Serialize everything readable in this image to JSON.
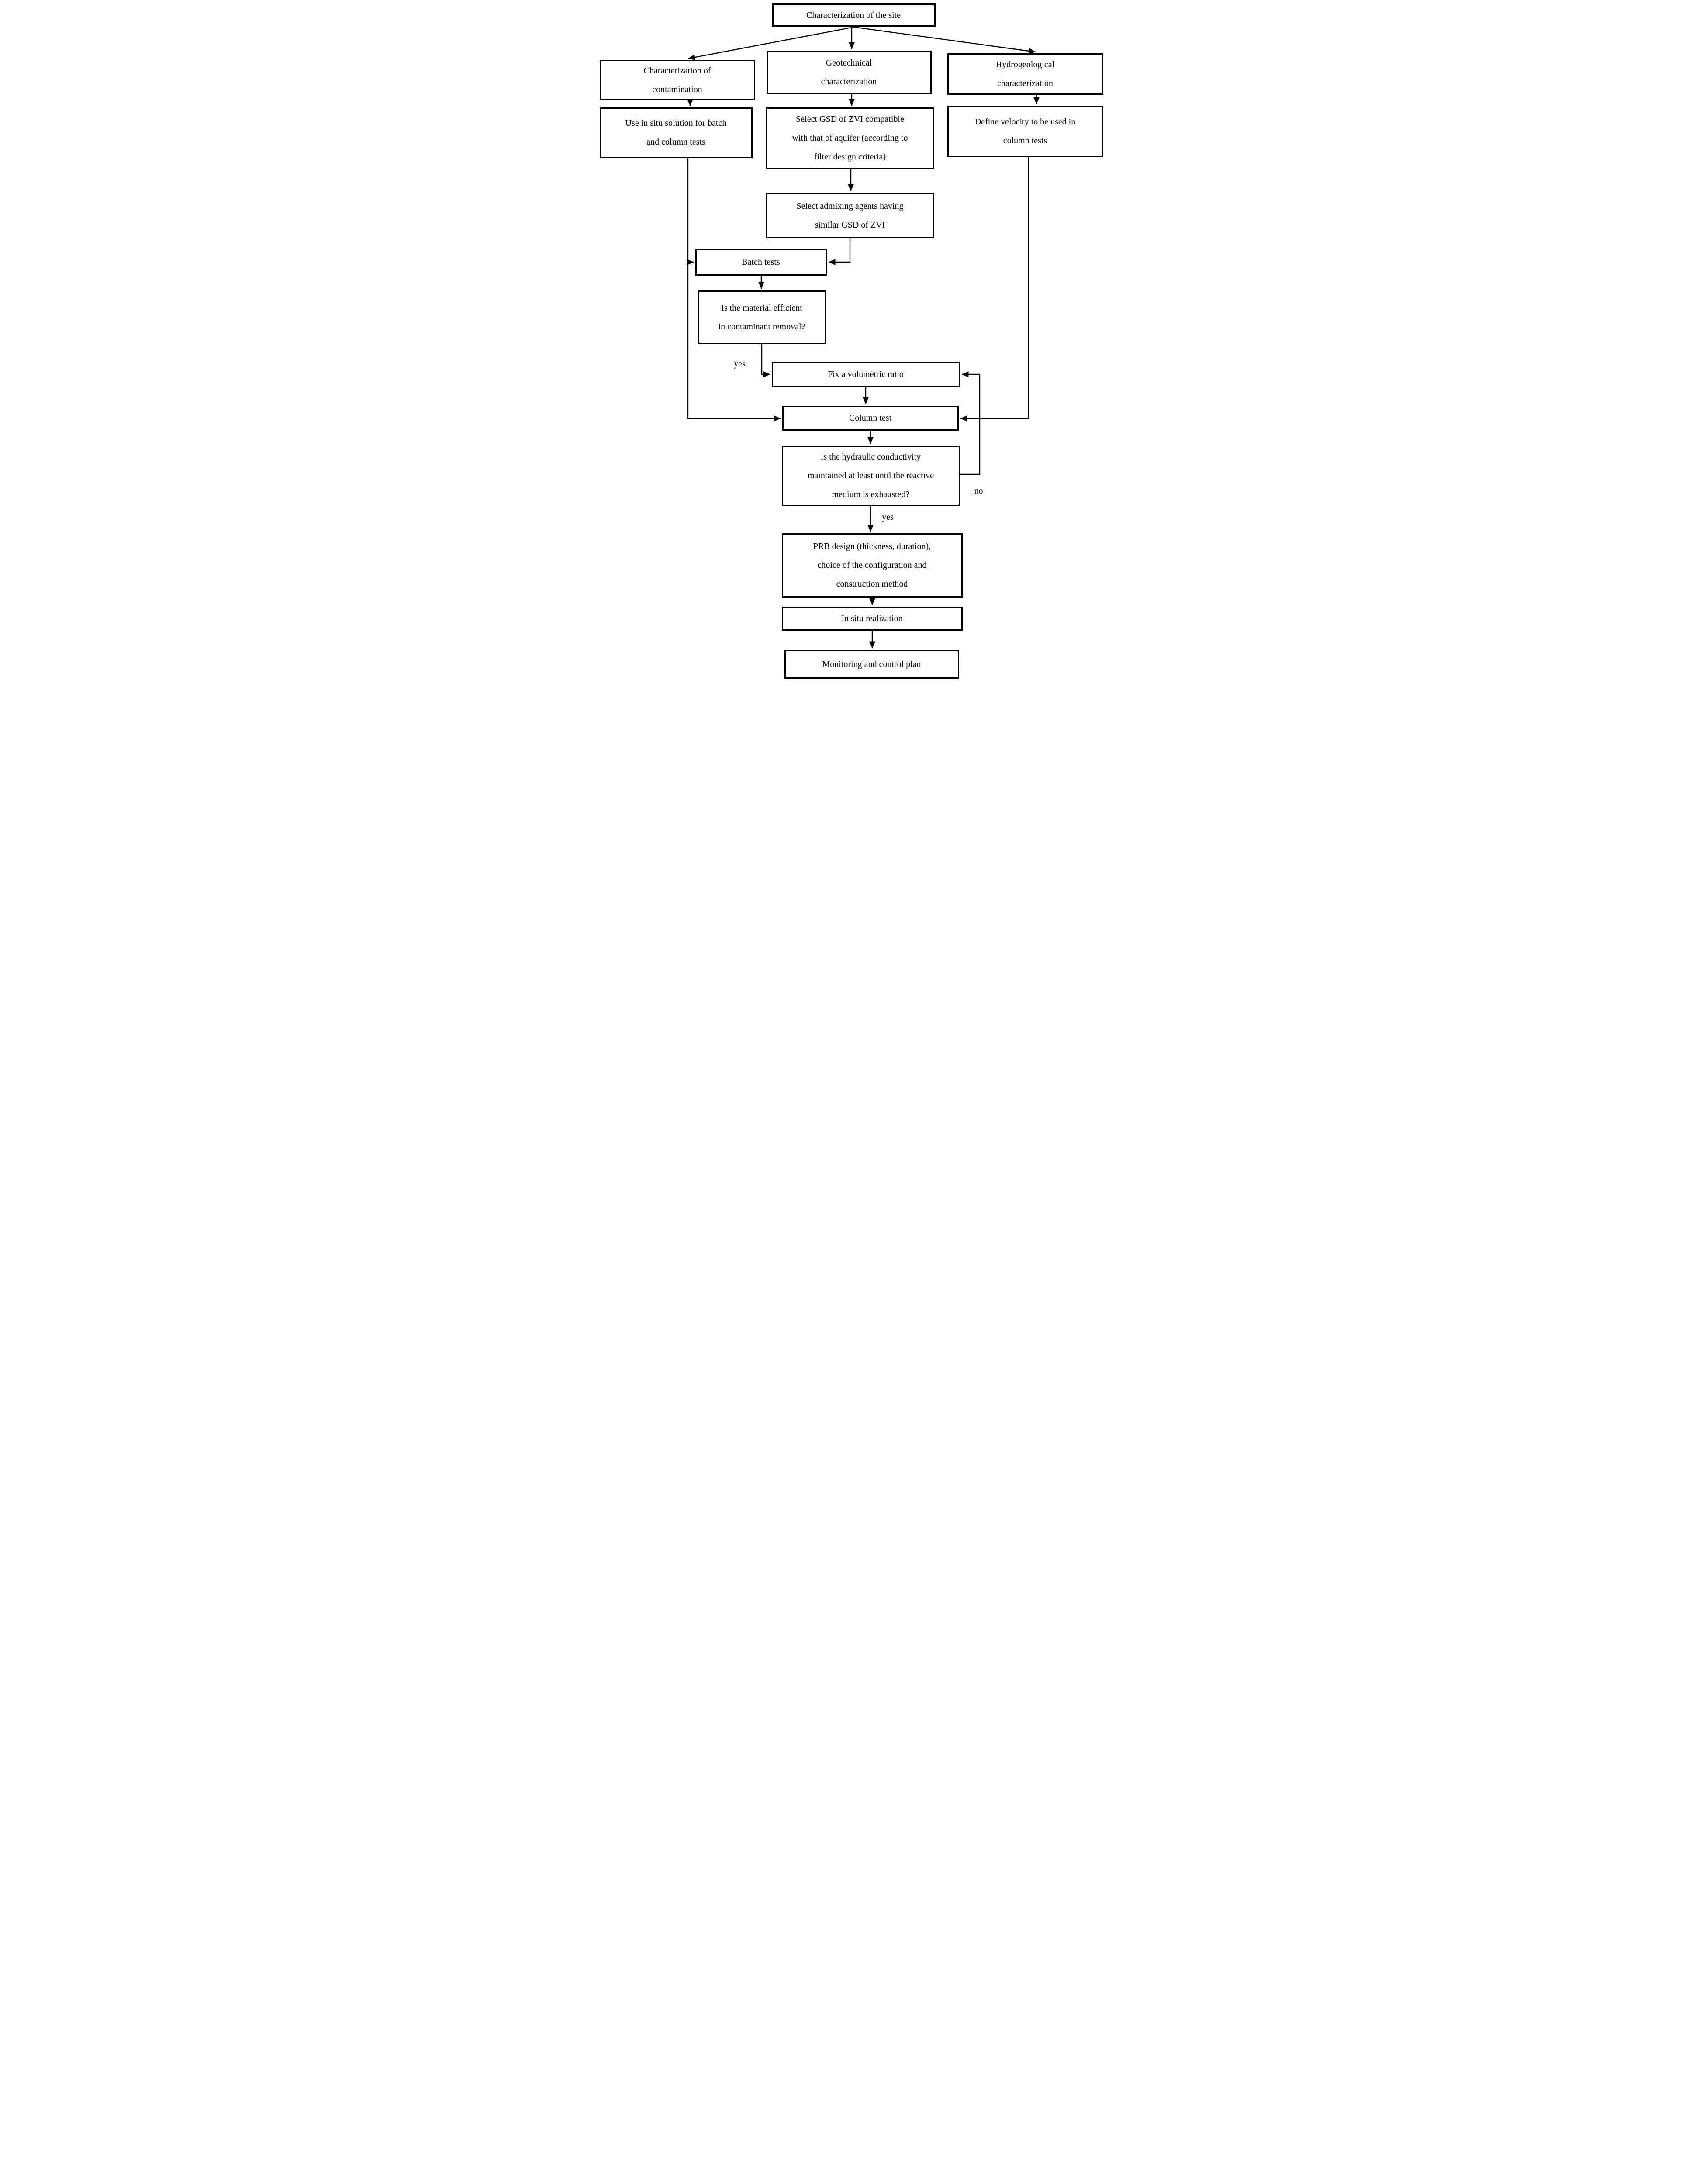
{
  "diagram": {
    "type": "flowchart",
    "nodes": {
      "site": {
        "label": "Characterization of the site"
      },
      "contamination": {
        "label": "Characterization of\ncontamination"
      },
      "geotechnical": {
        "label": "Geotechnical\ncharacterization"
      },
      "hydrogeological": {
        "label": "Hydrogeological\ncharacterization"
      },
      "insitu_solution": {
        "label": "Use in situ solution for batch\nand column tests"
      },
      "select_gsd": {
        "label": "Select GSD of ZVI compatible\nwith that of aquifer (according to\nfilter design criteria)"
      },
      "define_velocity": {
        "label": "Define velocity to be used in\ncolumn tests"
      },
      "select_admixing": {
        "label": "Select admixing agents having\nsimilar GSD of ZVI"
      },
      "batch_tests": {
        "label": "Batch tests"
      },
      "material_efficient": {
        "label": "Is the material efficient\nin contaminant removal?"
      },
      "fix_ratio": {
        "label": "Fix a volumetric ratio"
      },
      "column_test": {
        "label": "Column test"
      },
      "hydraulic": {
        "label": "Is the hydraulic conductivity\nmaintained at least until the reactive\nmedium is exhausted?"
      },
      "prb_design": {
        "label": "PRB design (thickness, duration),\nchoice of the configuration and\nconstruction method"
      },
      "insitu_realization": {
        "label": "In situ realization"
      },
      "monitoring": {
        "label": "Monitoring and control plan"
      }
    },
    "edge_labels": {
      "yes_material": "yes",
      "yes_hydraulic": "yes",
      "no_feedback": "no"
    },
    "colors": {
      "line": "#000000",
      "background": "#ffffff",
      "text": "#000000"
    }
  }
}
